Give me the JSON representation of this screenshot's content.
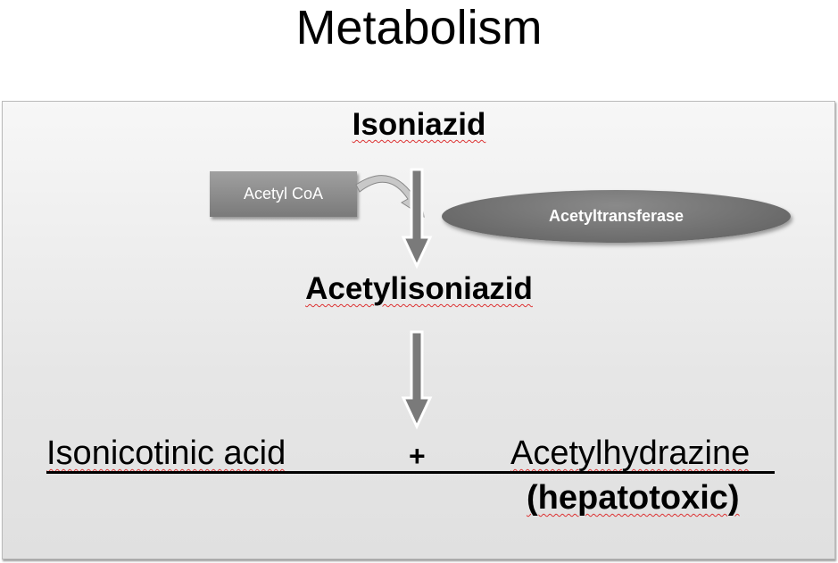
{
  "slide_title": "Metabolism",
  "substrate": "Isoniazid",
  "cofactor": "Acetyl CoA",
  "enzyme": "Acetyltransferase",
  "intermediate": "Acetylisoniazid",
  "products": {
    "left": "Isonicotinic acid",
    "operator": "+",
    "right": "Acetylhydrazine",
    "right_note": "(hepatotoxic)"
  }
}
